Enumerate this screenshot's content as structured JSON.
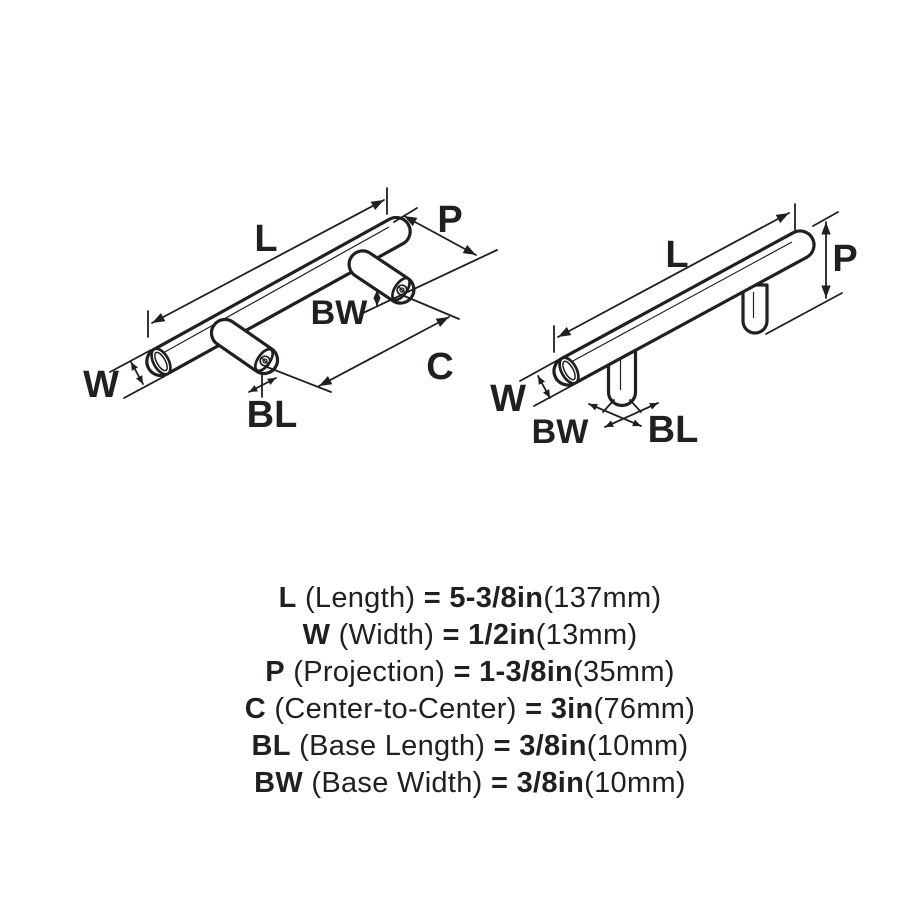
{
  "colors": {
    "ink": "#221f20",
    "background": "#ffffff"
  },
  "left_diagram": {
    "description": "isometric view of bar pull with two mounting posts",
    "labels": {
      "l": "L",
      "p": "P",
      "bw": "BW",
      "c": "C",
      "w": "W",
      "bl": "BL"
    }
  },
  "right_diagram": {
    "description": "angled side view of bar pull with two mounting posts",
    "labels": {
      "l": "L",
      "p": "P",
      "w": "W",
      "bw": "BW",
      "bl": "BL"
    }
  },
  "legend": {
    "rows": [
      {
        "code": "L",
        "name": "(Length)",
        "equals": "=",
        "imperial": "5-3/8in",
        "metric": "(137mm)"
      },
      {
        "code": "W",
        "name": "(Width)",
        "equals": "=",
        "imperial": "1/2in",
        "metric": "(13mm)"
      },
      {
        "code": "P",
        "name": "(Projection)",
        "equals": "=",
        "imperial": "1-3/8in",
        "metric": "(35mm)"
      },
      {
        "code": "C",
        "name": "(Center-to-Center)",
        "equals": "=",
        "imperial": "3in",
        "metric": "(76mm)"
      },
      {
        "code": "BL",
        "name": "(Base Length)",
        "equals": "=",
        "imperial": "3/8in",
        "metric": "(10mm)"
      },
      {
        "code": "BW",
        "name": "(Base Width)",
        "equals": "=",
        "imperial": "3/8in",
        "metric": "(10mm)"
      }
    ]
  }
}
